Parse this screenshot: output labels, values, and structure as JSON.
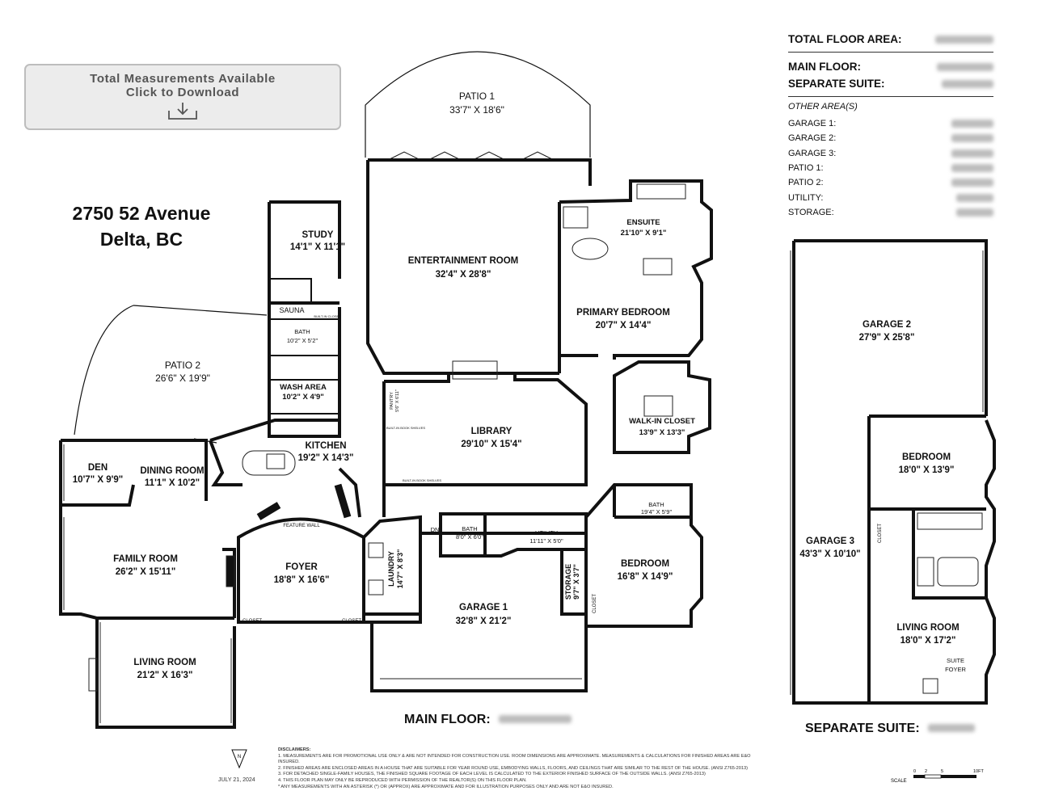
{
  "button": {
    "line1": "Total Measurements Available",
    "line2": "Click to Download",
    "icon": "download-icon"
  },
  "address": {
    "line1": "2750 52 Avenue",
    "line2": "Delta, BC"
  },
  "area_panel": {
    "total_label": "TOTAL FLOOR AREA:",
    "main_floor_label": "MAIN FLOOR:",
    "separate_suite_label": "SEPARATE SUITE:",
    "other_areas_label": "OTHER AREA(S)",
    "other_areas": [
      "GARAGE 1:",
      "GARAGE 2:",
      "GARAGE 3:",
      "PATIO 1:",
      "PATIO 2:",
      "UTILITY:",
      "STORAGE:"
    ]
  },
  "rooms": {
    "patio1": {
      "name": "PATIO 1",
      "dims": "33'7\" X 18'6\""
    },
    "patio2": {
      "name": "PATIO 2",
      "dims": "26'6\" X 19'9\""
    },
    "study": {
      "name": "STUDY",
      "dims": "14'1\" X 11'1\""
    },
    "entertainment": {
      "name": "ENTERTAINMENT ROOM",
      "dims": "32'4\" X 28'8\""
    },
    "ensuite": {
      "name": "ENSUITE",
      "dims": "21'10\" X 9'1\""
    },
    "primary": {
      "name": "PRIMARY BEDROOM",
      "dims": "20'7\" X 14'4\""
    },
    "sauna": {
      "name": "SAUNA"
    },
    "bath_study": {
      "name": "BATH",
      "dims": "10'2\" X 5'2\""
    },
    "wash": {
      "name": "WASH AREA",
      "dims": "10'2\" X 4'9\""
    },
    "walkin": {
      "name": "WALK-IN CLOSET",
      "dims": "13'9\" X 13'3\""
    },
    "library": {
      "name": "LIBRARY",
      "dims": "29'10\" X 15'4\""
    },
    "pantry": {
      "name": "PANTRY",
      "dims": "5'6\" X 6'11\""
    },
    "kitchen": {
      "name": "KITCHEN",
      "dims": "19'2\" X 14'3\""
    },
    "den": {
      "name": "DEN",
      "dims": "10'7\" X 9'9\""
    },
    "dining": {
      "name": "DINING ROOM",
      "dims": "11'1\" X 10'2\""
    },
    "family": {
      "name": "FAMILY ROOM",
      "dims": "26'2\" X 15'11\""
    },
    "foyer": {
      "name": "FOYER",
      "dims": "18'8\" X 16'6\""
    },
    "feature_wall": "FEATURE WALL",
    "laundry": {
      "name": "LAUNDRY",
      "dims": "14'7\" X 8'3\""
    },
    "bath_laundry": {
      "name": "BATH",
      "dims": "8'0\" X 6'0\""
    },
    "utility": {
      "name": "UTILITY",
      "dims": "11'11\" X 5'0\""
    },
    "bath_bed": {
      "name": "BATH",
      "dims": "19'4\" X 5'9\""
    },
    "bedroom_main": {
      "name": "BEDROOM",
      "dims": "16'8\" X 14'9\""
    },
    "storage": {
      "name": "STORAGE",
      "dims": "9'7\" X 3'7\""
    },
    "garage1": {
      "name": "GARAGE 1",
      "dims": "32'8\" X 21'2\""
    },
    "living": {
      "name": "LIVING ROOM",
      "dims": "21'2\" X 16'3\""
    },
    "closet": "CLOSET",
    "dn": "DN",
    "builtin_closet": "BUILT-IN CLOSET",
    "builtin_shelves": "BUILT-IN BOOK SHELVES",
    "garage2": {
      "name": "GARAGE 2",
      "dims": "27'9\" X 25'8\""
    },
    "garage3": {
      "name": "GARAGE 3",
      "dims": "43'3\" X 10'10\""
    },
    "bedroom_suite": {
      "name": "BEDROOM",
      "dims": "18'0\" X 13'9\""
    },
    "living_suite": {
      "name": "LIVING ROOM",
      "dims": "18'0\" X 17'2\""
    },
    "suite_foyer": {
      "line1": "SUITE",
      "line2": "FOYER"
    }
  },
  "floor_titles": {
    "main": "MAIN FLOOR:",
    "suite": "SEPARATE SUITE:"
  },
  "disclaimers": [
    "DISCLAIMERS:",
    "1. MEASUREMENTS ARE FOR PROMOTIONAL USE ONLY & ARE NOT INTENDED FOR CONSTRUCTION USE. ROOM DIMENSIONS ARE APPROXIMATE. MEASUREMENTS & CALCULATIONS FOR FINISHED AREAS ARE E&O INSURED.",
    "2. FINISHED AREAS ARE ENCLOSED AREAS IN A HOUSE THAT ARE SUITABLE FOR YEAR ROUND USE, EMBODYING WALLS, FLOORS, AND CEILINGS THAT ARE SIMILAR TO THE REST OF THE HOUSE. (ANSI Z765-2013)",
    "3. FOR DETACHED SINGLE-FAMILY HOUSES, THE FINISHED SQUARE FOOTAGE OF EACH LEVEL IS CALCULATED TO THE EXTERIOR FINISHED SURFACE OF THE OUTSIDE WALLS. (ANSI Z765-2013)",
    "4. THIS FLOOR PLAN MAY ONLY BE REPRODUCED WITH PERMISSION OF THE REALTOR(S) ON THIS FLOOR PLAN.",
    "* ANY MEASUREMENTS WITH AN ASTERISK (*) OR (APPROX) ARE APPROXIMATE AND FOR ILLUSTRATION PURPOSES ONLY AND ARE NOT E&O INSURED."
  ],
  "date": "JULY 21, 2024",
  "compass": "N",
  "scale": {
    "ticks": [
      "0",
      "2",
      "5",
      "10FT"
    ],
    "label": "SCALE"
  }
}
